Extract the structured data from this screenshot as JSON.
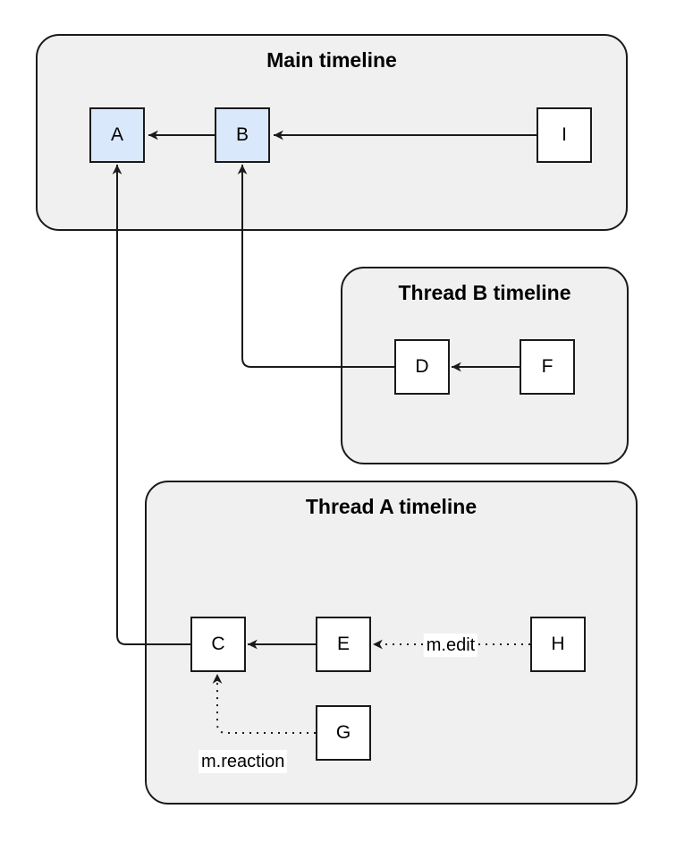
{
  "diagram": {
    "containers": [
      {
        "id": "main",
        "title": "Main timeline"
      },
      {
        "id": "thread-b",
        "title": "Thread B timeline"
      },
      {
        "id": "thread-a",
        "title": "Thread A timeline"
      }
    ],
    "nodes": [
      {
        "id": "A",
        "label": "A",
        "fill": "#dae8fc",
        "container": "main"
      },
      {
        "id": "B",
        "label": "B",
        "fill": "#dae8fc",
        "container": "main"
      },
      {
        "id": "I",
        "label": "I",
        "fill": "#ffffff",
        "container": "main"
      },
      {
        "id": "D",
        "label": "D",
        "fill": "#ffffff",
        "container": "thread-b"
      },
      {
        "id": "F",
        "label": "F",
        "fill": "#ffffff",
        "container": "thread-b"
      },
      {
        "id": "C",
        "label": "C",
        "fill": "#ffffff",
        "container": "thread-a"
      },
      {
        "id": "E",
        "label": "E",
        "fill": "#ffffff",
        "container": "thread-a"
      },
      {
        "id": "H",
        "label": "H",
        "fill": "#ffffff",
        "container": "thread-a"
      },
      {
        "id": "G",
        "label": "G",
        "fill": "#ffffff",
        "container": "thread-a"
      }
    ],
    "edges": [
      {
        "from": "B",
        "to": "A",
        "style": "solid",
        "label": ""
      },
      {
        "from": "I",
        "to": "B",
        "style": "solid",
        "label": ""
      },
      {
        "from": "F",
        "to": "D",
        "style": "solid",
        "label": ""
      },
      {
        "from": "D",
        "to": "B",
        "style": "solid",
        "label": ""
      },
      {
        "from": "E",
        "to": "C",
        "style": "solid",
        "label": ""
      },
      {
        "from": "C",
        "to": "A",
        "style": "solid",
        "label": ""
      },
      {
        "from": "H",
        "to": "E",
        "style": "dotted",
        "label": "m.edit"
      },
      {
        "from": "G",
        "to": "C",
        "style": "dotted",
        "label": "m.reaction"
      }
    ],
    "colors": {
      "container_fill": "#f0f0f0",
      "container_border": "#1a1a1a",
      "node_fill_highlight": "#dae8fc",
      "node_fill_default": "#ffffff",
      "node_border": "#1a1a1a",
      "edge_stroke": "#1a1a1a",
      "edge_label_bg": "#ffffff"
    }
  }
}
